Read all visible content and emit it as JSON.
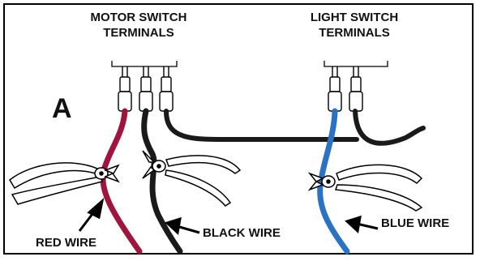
{
  "panel_letter": "A",
  "motor_label": {
    "line1": "MOTOR SWITCH",
    "line2": "TERMINALS"
  },
  "light_label": {
    "line1": "LIGHT SWITCH",
    "line2": "TERMINALS"
  },
  "wire_labels": {
    "red": "RED WIRE",
    "black": "BLACK WIRE",
    "blue": "BLUE WIRE"
  },
  "colors": {
    "red_wire": "#a0153e",
    "black_wire": "#1a1a1a",
    "blue_wire": "#2a73c4",
    "outline": "#000000"
  }
}
